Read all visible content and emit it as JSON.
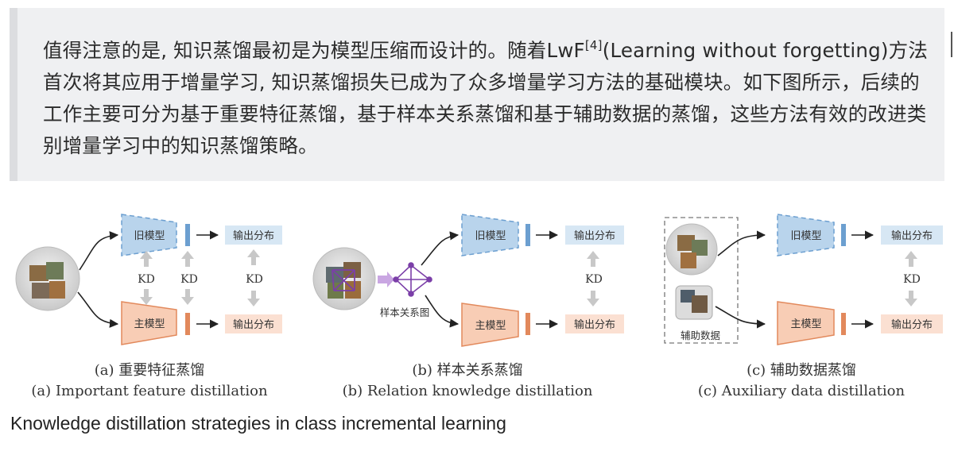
{
  "paragraph": {
    "before_sup": "值得注意的是, 知识蒸馏最初是为模型压缩而设计的。随着LwF",
    "sup": "[4]",
    "after_sup": "(Learning without forgetting)方法首次将其应用于增量学习, 知识蒸馏损失已成为了众多增量学习方法的基础模块。如下图所示，后续的工作主要可分为基于重要特征蒸馏，基于样本关系蒸馏和基于辅助数据的蒸馏，这些方法有效的改进类别增量学习中的知识蒸馏策略。"
  },
  "figure": {
    "old_model": "旧模型",
    "main_model": "主模型",
    "output_dist": "输出分布",
    "kd": "KD",
    "relation_graph": "样本关系图",
    "aux_data": "辅助数据",
    "panels": [
      {
        "cn": "(a) 重要特征蒸馏",
        "en": "(a) Important feature distillation"
      },
      {
        "cn": "(b) 样本关系蒸馏",
        "en": "(b) Relation knowledge distillation"
      },
      {
        "cn": "(c) 辅助数据蒸馏",
        "en": "(c) Auxiliary data distillation"
      }
    ],
    "colors": {
      "old": "#b9d4ec",
      "old_stroke": "#6c9fd0",
      "main": "#f8cdb5",
      "main_stroke": "#e2895c",
      "relation": "#7b3fa8"
    }
  },
  "caption": "Knowledge distillation strategies in class incremental learning"
}
